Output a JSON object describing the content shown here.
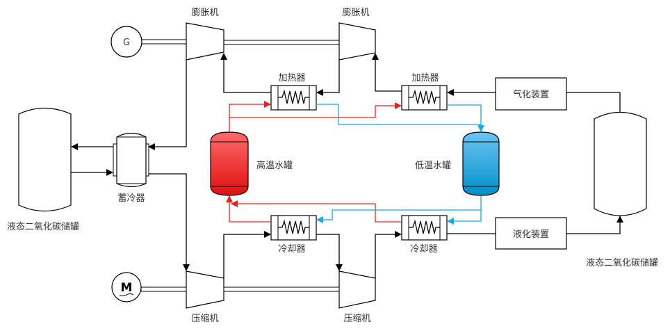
{
  "labels": {
    "expander_1": "膨胀机",
    "expander_2": "膨胀机",
    "heater_1": "加热器",
    "heater_2": "加热器",
    "gasifier": "气化装置",
    "liquefier": "液化装置",
    "hot_tank": "高温水罐",
    "cold_tank": "低温水罐",
    "cooler_1": "冷却器",
    "cooler_2": "冷却器",
    "compressor_1": "压缩机",
    "compressor_2": "压缩机",
    "regenerator": "蓄冷器",
    "left_storage": "液态二氧化碳储罐",
    "right_storage": "液态二氧化碳储罐",
    "generator": "G",
    "motor": "M"
  },
  "colors": {
    "hot": "#e8201e",
    "cold": "#1aa8e6",
    "line": "#000000"
  }
}
